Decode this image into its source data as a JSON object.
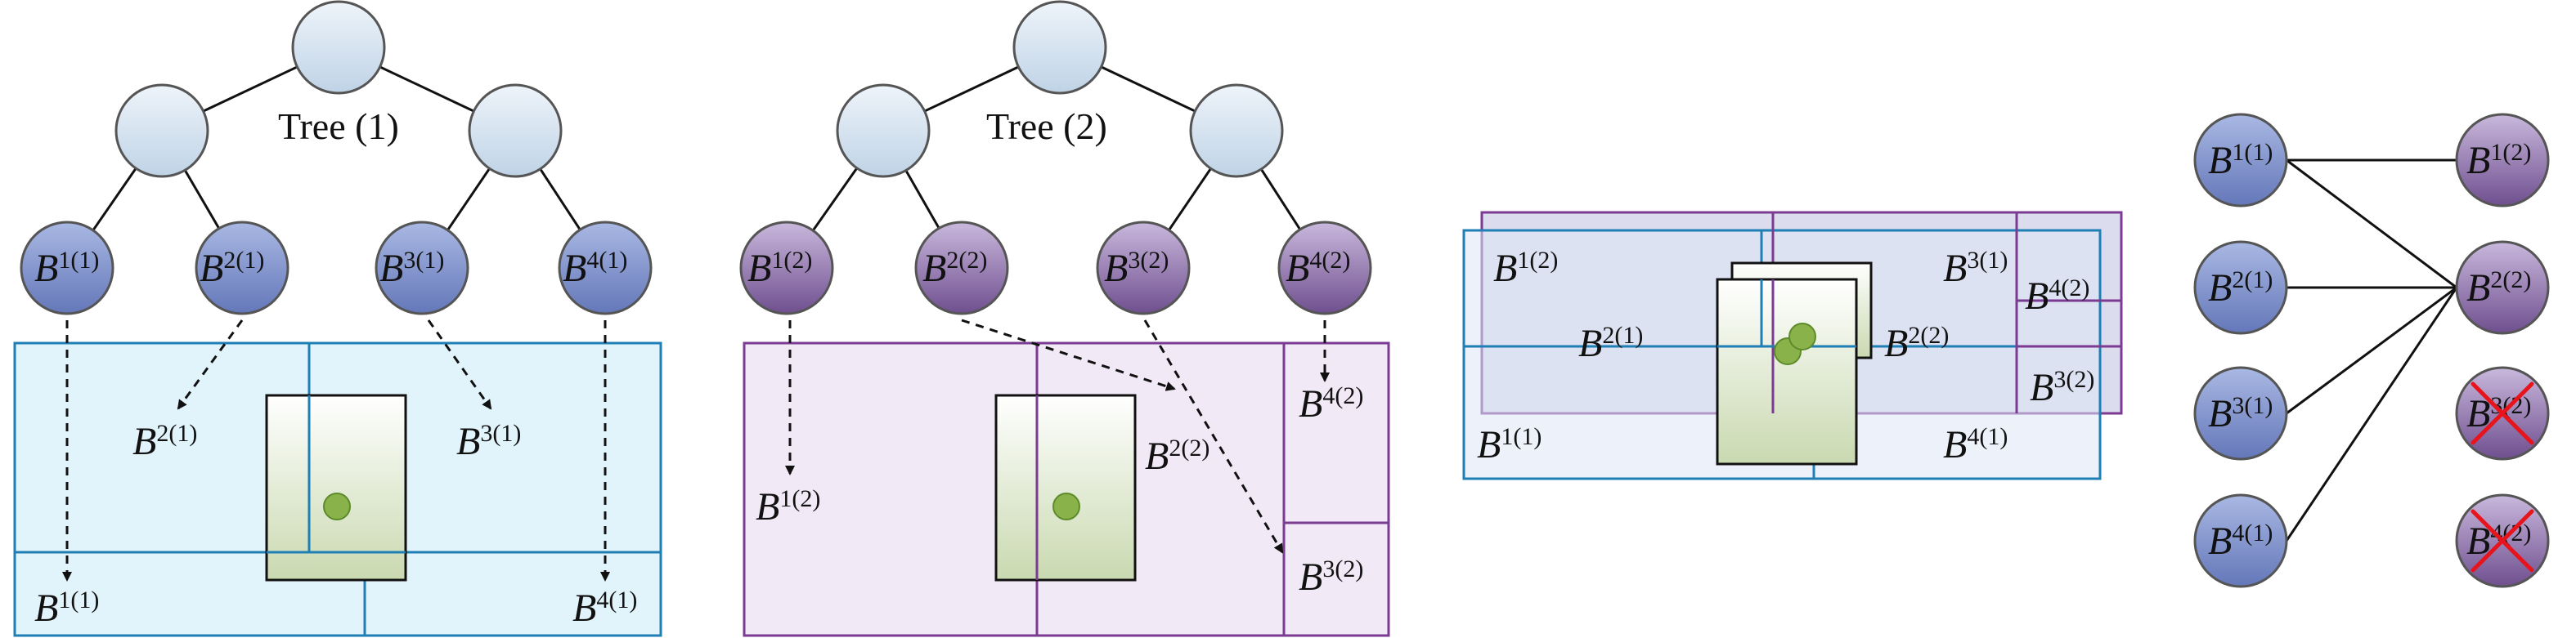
{
  "trees": [
    {
      "title": "Tree (1)",
      "leaves": [
        {
          "base": "B",
          "sup": "1(1)"
        },
        {
          "base": "B",
          "sup": "2(1)"
        },
        {
          "base": "B",
          "sup": "3(1)"
        },
        {
          "base": "B",
          "sup": "4(1)"
        }
      ],
      "boxes": [
        {
          "base": "B",
          "sup": "2(1)"
        },
        {
          "base": "B",
          "sup": "3(1)"
        },
        {
          "base": "B",
          "sup": "1(1)"
        },
        {
          "base": "B",
          "sup": "4(1)"
        }
      ]
    },
    {
      "title": "Tree (2)",
      "leaves": [
        {
          "base": "B",
          "sup": "1(2)"
        },
        {
          "base": "B",
          "sup": "2(2)"
        },
        {
          "base": "B",
          "sup": "3(2)"
        },
        {
          "base": "B",
          "sup": "4(2)"
        }
      ],
      "boxes": [
        {
          "base": "B",
          "sup": "1(2)"
        },
        {
          "base": "B",
          "sup": "2(2)"
        },
        {
          "base": "B",
          "sup": "4(2)"
        },
        {
          "base": "B",
          "sup": "3(2)"
        }
      ]
    }
  ],
  "overlay": {
    "labels": [
      {
        "base": "B",
        "sup": "1(2)"
      },
      {
        "base": "B",
        "sup": "3(1)"
      },
      {
        "base": "B",
        "sup": "4(2)"
      },
      {
        "base": "B",
        "sup": "2(1)"
      },
      {
        "base": "B",
        "sup": "2(2)"
      },
      {
        "base": "B",
        "sup": "3(2)"
      },
      {
        "base": "B",
        "sup": "1(1)"
      },
      {
        "base": "B",
        "sup": "4(1)"
      }
    ]
  },
  "matching": {
    "left": [
      {
        "base": "B",
        "sup": "1(1)"
      },
      {
        "base": "B",
        "sup": "2(1)"
      },
      {
        "base": "B",
        "sup": "3(1)"
      },
      {
        "base": "B",
        "sup": "4(1)"
      }
    ],
    "right": [
      {
        "base": "B",
        "sup": "1(2)"
      },
      {
        "base": "B",
        "sup": "2(2)"
      },
      {
        "base": "B",
        "sup": "3(2)"
      },
      {
        "base": "B",
        "sup": "4(2)"
      }
    ]
  },
  "colors": {
    "tree_node": "#d9e6f2",
    "tree1_leaf": "#7f92c9",
    "tree2_leaf": "#8f77a8",
    "tree1_region": "#e2f4fb",
    "tree1_border": "#1f7fb5",
    "tree2_region": "#f1e9f5",
    "tree2_border": "#7b3b93",
    "overlay_fill": "#dcdcef",
    "object_green": "#8ab24b",
    "cross": "#e8141b"
  }
}
